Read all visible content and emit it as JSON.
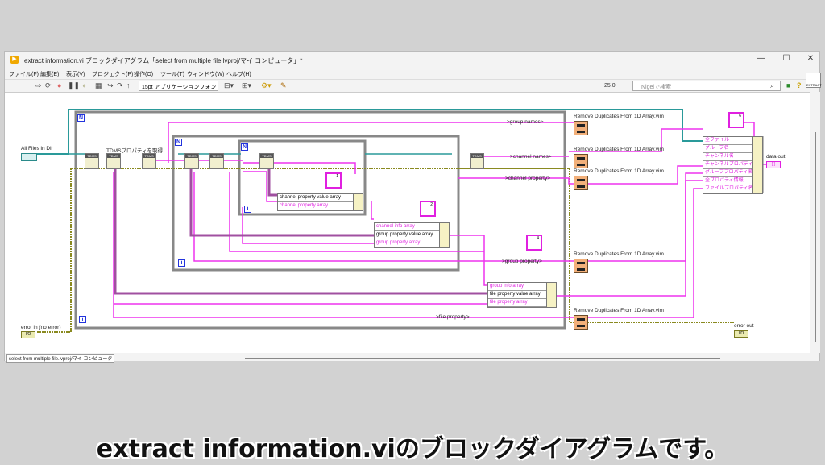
{
  "window": {
    "title": "extract information.vi ブロックダイアグラム「select from multiple file.lvproj/マイ コンピュータ」*",
    "minimize": "—",
    "maximize": "☐",
    "close": "✕"
  },
  "menu": [
    "ファイル(F)",
    "編集(E)",
    "表示(V)",
    "プロジェクト(P)",
    "操作(O)",
    "ツール(T)",
    "ウィンドウ(W)",
    "ヘルプ(H)"
  ],
  "toolbar": {
    "font": "15pt アプリケーションフォント",
    "zoom": "25.0",
    "search_placeholder": "Nigelで検索",
    "vi_icon": "EXTRACT"
  },
  "diagram": {
    "controls": {
      "all_files": "All Files in Dir",
      "error_in": "error in (no error)",
      "error_out": "error out",
      "data_out": "data out",
      "error_term": "I/O",
      "data_term": "[ ]"
    },
    "tdms_label": "TDMSプロパティを取得",
    "loop_count": "N",
    "loop_iter": "i",
    "tunnels": {
      "group_names": ">group names>",
      "channel_names": ">channel names>",
      "channel_property": ">channel property>",
      "group_property": ">group property>",
      "file_property": ">file property>"
    },
    "remove_dup": "Remove Duplicates From 1D Array.vim",
    "cluster1": [
      "channel property value array",
      "channel property array"
    ],
    "cluster2": [
      "channel info array",
      "group property value array",
      "group property array"
    ],
    "cluster3": [
      "group info array",
      "file property value array",
      "file property array"
    ],
    "bundle_out": [
      "全ファイル",
      "グループ名",
      "チャンネル名",
      "チャンネルプロパティ名",
      "グループプロパティ名",
      "全プロパティ情報",
      "ファイルプロパティ名"
    ],
    "bundle_nums": [
      "1",
      "2",
      "4",
      "6"
    ]
  },
  "status": "select from multiple file.lvproj/マイ コンピュータ",
  "caption": "extract information.viのブロックダイアグラムです。"
}
